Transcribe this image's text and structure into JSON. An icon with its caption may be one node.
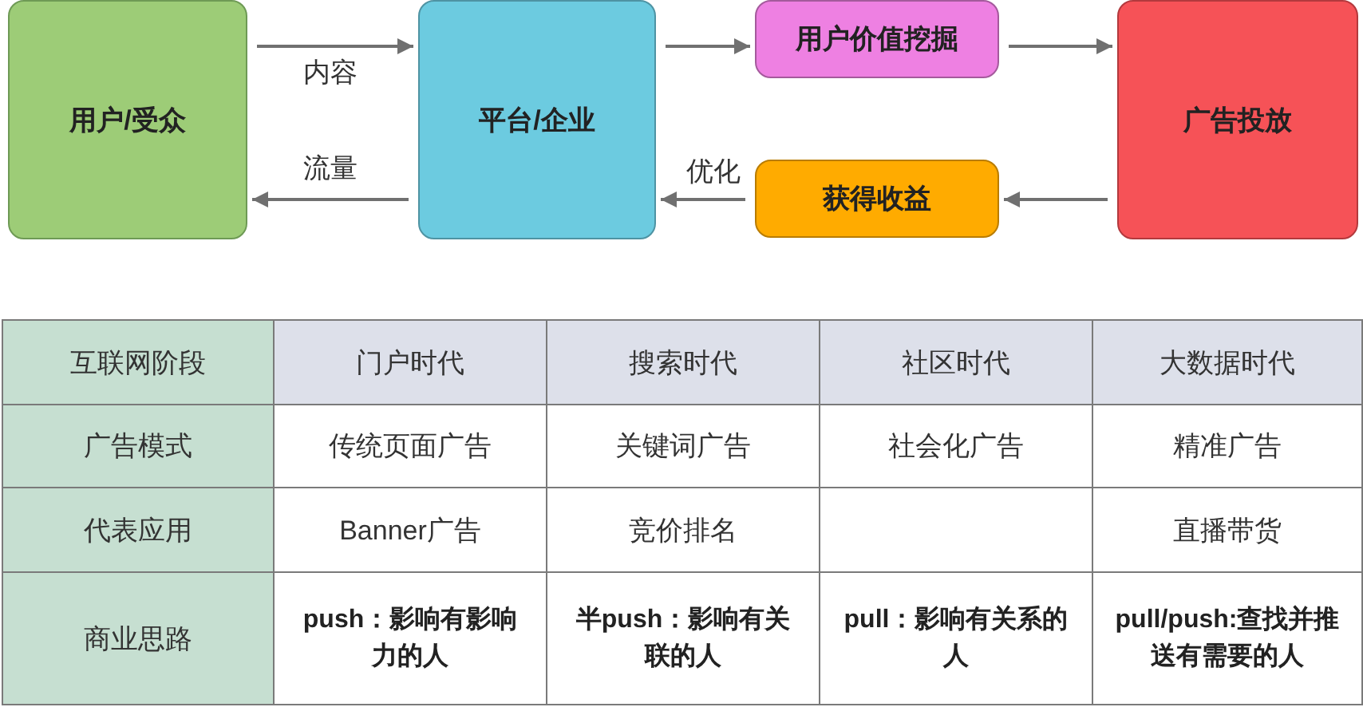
{
  "diagram": {
    "nodes": [
      {
        "text": [
          "用户/受众"
        ]
      },
      {
        "text": [
          "平台/企业"
        ]
      },
      {
        "text": [
          "用户价值挖掘"
        ]
      },
      {
        "text": [
          "广告投放"
        ]
      },
      {
        "text": [
          "获得收益"
        ]
      }
    ],
    "edges": [
      {
        "from": 0,
        "to": 1,
        "arrow": "to",
        "label": "内容"
      },
      {
        "from": 1,
        "to": 0,
        "arrow": "to",
        "label": "流量"
      },
      {
        "from": 1,
        "to": 2,
        "arrow": "to"
      },
      {
        "from": 2,
        "to": 3,
        "arrow": "to"
      },
      {
        "from": 3,
        "to": 4,
        "arrow": "to"
      },
      {
        "from": 4,
        "to": 1,
        "arrow": "to",
        "label": "优化"
      }
    ],
    "labels": [
      "互联网阶段",
      "门户时代",
      "搜索时代",
      "社区时代",
      "大数据时代",
      "广告模式",
      "传统页面广告",
      "关键词广告",
      "社会化广告",
      "精准广告",
      "代表应用",
      "Banner广告",
      "竞价排名",
      "直播带货",
      "商业思路",
      "push：影响有影响力的人",
      "半push：影响有关联的人",
      "pull：影响有关系的人",
      "pull/push:查找并推送有需要的人"
    ]
  }
}
